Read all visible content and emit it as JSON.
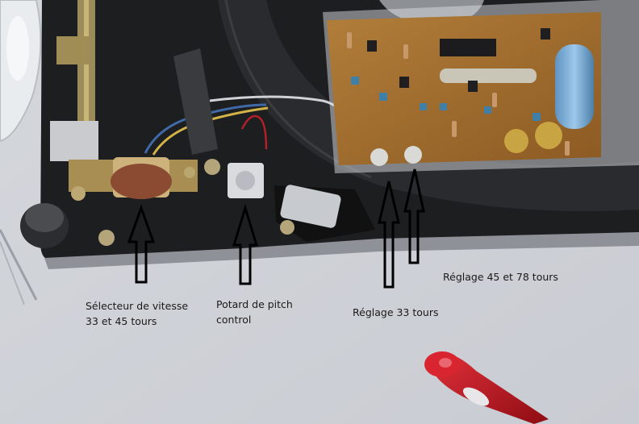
{
  "annotations": {
    "speed_selector_line1": "Sélecteur de vitesse",
    "speed_selector_line2": "33 et 45 tours",
    "pitch_pot_line1": "Potard de pitch",
    "pitch_pot_line2": "control",
    "adjust_33": "Réglage 33 tours",
    "adjust_45_78": "Réglage 45 et 78 tours"
  },
  "colors": {
    "background": "#d6d8dc",
    "chassis": "#1f2022",
    "pcb": "#a7732f",
    "screwdriver": "#c0121a"
  }
}
